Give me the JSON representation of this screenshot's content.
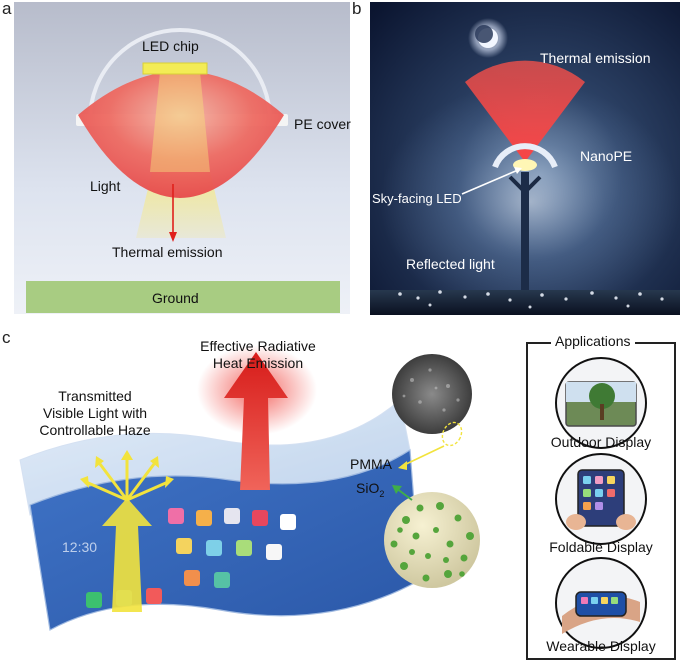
{
  "panels": {
    "a": {
      "letter": "a",
      "led_chip": "LED chip",
      "pe_cover": "PE cover",
      "light": "Light",
      "thermal_emission": "Thermal emission",
      "ground": "Ground"
    },
    "b": {
      "letter": "b",
      "thermal_emission": "Thermal emission",
      "nanope": "NanoPE",
      "sky_facing_led": "Sky-facing LED",
      "reflected_light": "Reflected light"
    },
    "c": {
      "letter": "c",
      "effective_line1": "Effective Radiative",
      "effective_line2": "Heat Emission",
      "transmitted_line1": "Transmitted",
      "transmitted_line2": "Visible Light with",
      "transmitted_line3": "Controllable Haze",
      "pmma": "PMMA",
      "sio2_base": "SiO",
      "sio2_sub": "2"
    },
    "applications": {
      "title": "Applications",
      "items": [
        "Outdoor Display",
        "Foldable Display",
        "Wearable Display"
      ]
    }
  },
  "colors": {
    "ground": "#a8cc82",
    "thermal_red": "#e5393a",
    "night_sky": "#0d1a33",
    "led_yellow": "#f4ea5a",
    "arrow_red": "#e0201b",
    "arrow_yellow": "#f2e33d",
    "arrow_green": "#3fae49"
  },
  "icons": [
    "moon-icon",
    "led-chip-icon",
    "street-lamp-icon",
    "sphere-particle-icon",
    "tree-display-icon",
    "phone-icon",
    "watch-icon"
  ]
}
